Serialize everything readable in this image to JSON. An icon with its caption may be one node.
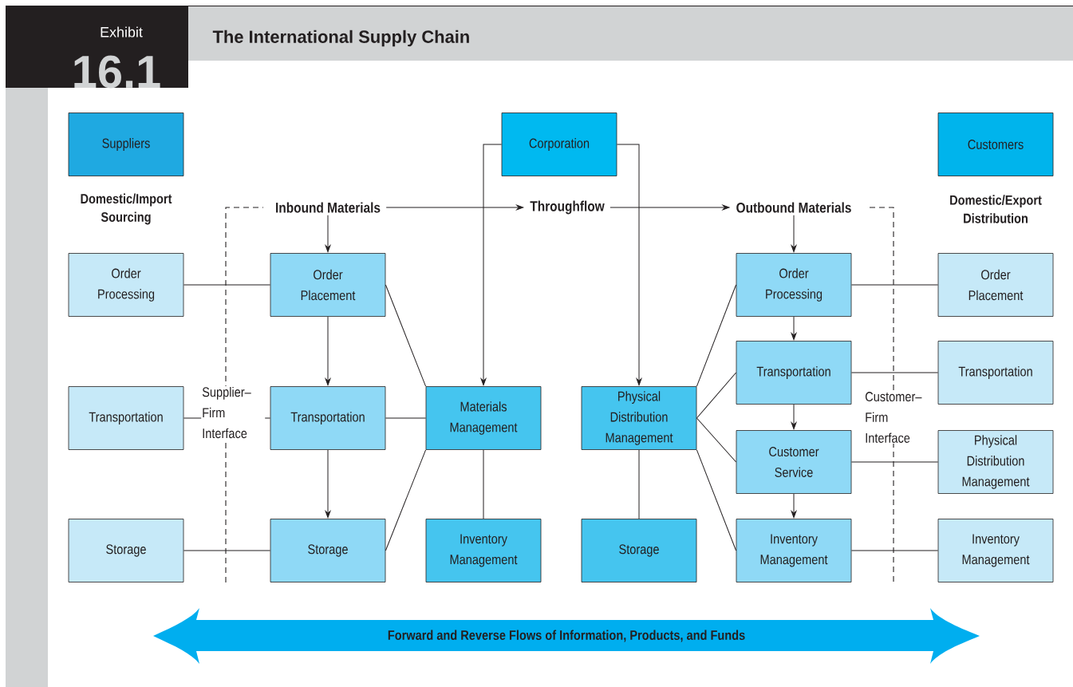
{
  "diagram": {
    "title": "The International Supply Chain",
    "nodes": [
      {
        "text": [
          "Suppliers"
        ]
      },
      {
        "text": [
          "Corporation"
        ]
      },
      {
        "text": [
          "Customers"
        ]
      },
      {
        "text": [
          "Inbound Materials"
        ]
      },
      {
        "text": [
          "Throughflow"
        ]
      },
      {
        "text": [
          "Outbound Materials"
        ]
      },
      {
        "text": [
          "Order Processing"
        ]
      },
      {
        "text": [
          "Order Placement"
        ]
      },
      {
        "text": [
          "Order Processing"
        ]
      },
      {
        "text": [
          "Order Placement"
        ]
      },
      {
        "text": [
          "Transportation"
        ]
      },
      {
        "text": [
          "Transportation"
        ]
      },
      {
        "text": [
          "Transportation"
        ]
      },
      {
        "text": [
          "Transportation"
        ]
      },
      {
        "text": [
          "Materials Management"
        ]
      },
      {
        "text": [
          "Physical Distribution Management"
        ]
      },
      {
        "text": [
          "Customer Service"
        ]
      },
      {
        "text": [
          "Physical Distribution Management"
        ]
      },
      {
        "text": [
          "Storage"
        ]
      },
      {
        "text": [
          "Storage"
        ]
      },
      {
        "text": [
          "Inventory Management"
        ]
      },
      {
        "text": [
          "Storage"
        ]
      },
      {
        "text": [
          "Inventory Management"
        ]
      },
      {
        "text": [
          "Inventory Management"
        ]
      },
      {
        "text": [
          "Forward and Reverse Flows of Information, Products, and Funds"
        ]
      }
    ],
    "edges": [
      {
        "from": 3,
        "to": 4,
        "arrow": "to"
      },
      {
        "from": 4,
        "to": 5,
        "arrow": "to"
      },
      {
        "from": 3,
        "to": 7,
        "arrow": "to"
      },
      {
        "from": 5,
        "to": 8,
        "arrow": "to"
      },
      {
        "from": 1,
        "to": 14,
        "arrow": "to"
      },
      {
        "from": 1,
        "to": 15,
        "arrow": "to"
      },
      {
        "from": 6,
        "to": 7,
        "arrow": "none"
      },
      {
        "from": 7,
        "to": 13,
        "arrow": "to"
      },
      {
        "from": 13,
        "to": 19,
        "arrow": "to"
      },
      {
        "from": 12,
        "to": 13,
        "arrow": "none"
      },
      {
        "from": 18,
        "to": 19,
        "arrow": "none"
      },
      {
        "from": 7,
        "to": 14,
        "arrow": "none"
      },
      {
        "from": 13,
        "to": 14,
        "arrow": "none"
      },
      {
        "from": 19,
        "to": 14,
        "arrow": "none"
      },
      {
        "from": 14,
        "to": 20,
        "arrow": "none"
      },
      {
        "from": 15,
        "to": 21,
        "arrow": "none"
      },
      {
        "from": 15,
        "to": 8,
        "arrow": "none"
      },
      {
        "from": 15,
        "to": 10,
        "arrow": "none"
      },
      {
        "from": 15,
        "to": 16,
        "arrow": "none"
      },
      {
        "from": 15,
        "to": 22,
        "arrow": "none"
      },
      {
        "from": 8,
        "to": 10,
        "arrow": "to"
      },
      {
        "from": 10,
        "to": 16,
        "arrow": "to"
      },
      {
        "from": 16,
        "to": 22,
        "arrow": "to"
      },
      {
        "from": 8,
        "to": 9,
        "arrow": "none"
      },
      {
        "from": 10,
        "to": 11,
        "arrow": "none"
      },
      {
        "from": 16,
        "to": 17,
        "arrow": "none"
      },
      {
        "from": 22,
        "to": 23,
        "arrow": "none"
      }
    ],
    "labels": [
      "Exhibit",
      "16.1",
      "Domestic/Import Sourcing",
      "Domestic/Export Distribution",
      "Supplier– Firm Interface",
      "Customer– Firm Interface"
    ]
  }
}
